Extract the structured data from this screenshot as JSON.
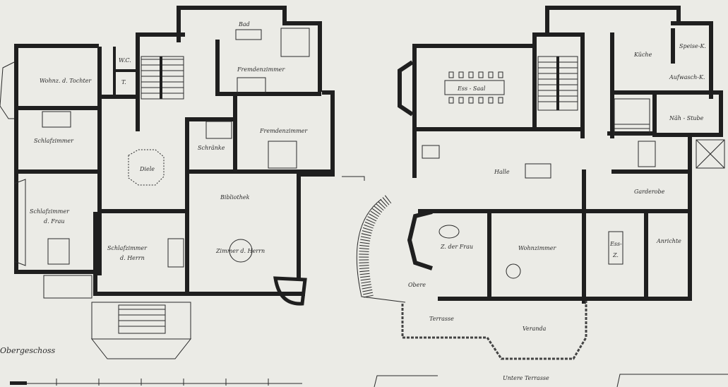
{
  "upper_floor": {
    "caption": "Obergeschoss",
    "rooms": {
      "wohnz_tochter": "Wohnz. d. Tochter",
      "wc": "W.C.",
      "t": "T.",
      "bad": "Bad",
      "fremdenzimmer_1": "Fremdenzimmer",
      "fremdenzimmer_2": "Fremdenzimmer",
      "schlafzimmer": "Schlafzimmer",
      "diele": "Diele",
      "schraenke": "Schränke",
      "schlafzimmer_frau_1": "Schlafzimmer",
      "schlafzimmer_frau_2": "d. Frau",
      "bibliothek": "Bibliothek",
      "schlafzimmer_herrn_1": "Schlafzimmer",
      "schlafzimmer_herrn_2": "d. Herrn",
      "zimmer_herrn": "Zimmer d. Herrn"
    }
  },
  "ground_floor": {
    "rooms": {
      "ess_saal": "Ess - Saal",
      "kueche": "Küche",
      "speise_k": "Speise-K.",
      "aufwasch_k": "Aufwasch-K.",
      "naeh_stube": "Näh - Stube",
      "halle": "Halle",
      "garderobe": "Garderobe",
      "z_der_frau": "Z. der Frau",
      "wohnzimmer": "Wohnzimmer",
      "essz": "Ess-",
      "z": "Z.",
      "anrichte": "Anrichte",
      "obere": "Obere",
      "terrasse": "Terrasse",
      "veranda": "Veranda",
      "untere_terrasse": "Untere Terrasse"
    }
  }
}
